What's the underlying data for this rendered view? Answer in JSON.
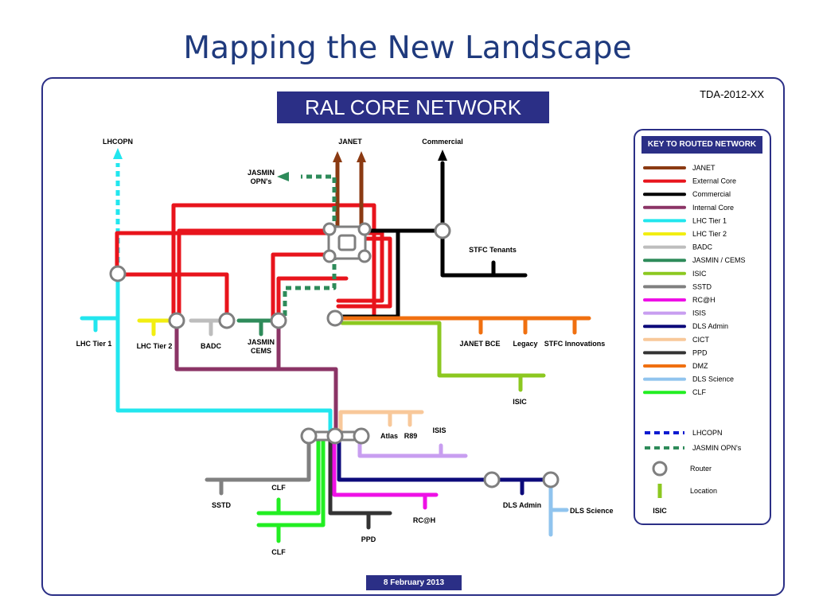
{
  "slide": {
    "title": "Mapping the New Landscape",
    "reference": "TDA-2012-XX",
    "banner": "RAL CORE NETWORK",
    "footer": "8 February 2013"
  },
  "colors": {
    "janet": "#8b3a12",
    "external_core": "#e8141c",
    "commercial": "#000000",
    "internal_core": "#8b3466",
    "lhc_tier1": "#22e6ee",
    "lhc_tier2": "#f2ee12",
    "badc": "#bdbdbd",
    "jasmin": "#2e8b5a",
    "isic": "#8cc820",
    "sstd": "#808080",
    "rcah": "#ee10e6",
    "isis": "#c89ef0",
    "dls_admin": "#0c0a7a",
    "cict": "#f8c89a",
    "ppd": "#333333",
    "dmz": "#f07010",
    "dls_science": "#90c4ee",
    "clf": "#22ee22",
    "router_stroke": "#7f7f7f",
    "frame": "#2b2f86"
  },
  "labels": {
    "lhcopn_top": "LHCOPN",
    "janet_top": "JANET",
    "commercial_top": "Commercial",
    "jasmin_opns": [
      "JASMIN",
      "OPN's"
    ],
    "stfc_tenants": "STFC Tenants",
    "lhc_tier1": "LHC Tier 1",
    "lhc_tier2": "LHC Tier 2",
    "badc": "BADC",
    "jasmin_cems": [
      "JASMIN",
      "CEMS"
    ],
    "janet_bce": "JANET BCE",
    "legacy": "Legacy",
    "stfc_innovations": "STFC Innovations",
    "isic": "ISIC",
    "isis": "ISIS",
    "atlas": "Atlas",
    "r89": "R89",
    "clf_upper": "CLF",
    "clf_lower": "CLF",
    "sstd": "SSTD",
    "ppd": "PPD",
    "rcah": "RC@H",
    "dls_admin": "DLS Admin",
    "dls_science": "DLS Science"
  },
  "key": {
    "title": "KEY TO ROUTED NETWORK",
    "entries": [
      {
        "label": "JANET",
        "color": "#8b3a12"
      },
      {
        "label": "External Core",
        "color": "#e8141c"
      },
      {
        "label": "Commercial",
        "color": "#000000"
      },
      {
        "label": "Internal Core",
        "color": "#8b3466"
      },
      {
        "label": "LHC Tier 1",
        "color": "#22e6ee"
      },
      {
        "label": "LHC Tier 2",
        "color": "#f2ee12"
      },
      {
        "label": "BADC",
        "color": "#bdbdbd"
      },
      {
        "label": "JASMIN / CEMS",
        "color": "#2e8b5a"
      },
      {
        "label": "ISIC",
        "color": "#8cc820"
      },
      {
        "label": "SSTD",
        "color": "#808080"
      },
      {
        "label": "RC@H",
        "color": "#ee10e6"
      },
      {
        "label": "ISIS",
        "color": "#c89ef0"
      },
      {
        "label": "DLS Admin",
        "color": "#0c0a7a"
      },
      {
        "label": "CICT",
        "color": "#f8c89a"
      },
      {
        "label": "PPD",
        "color": "#333333"
      },
      {
        "label": "DMZ",
        "color": "#f07010"
      },
      {
        "label": "DLS Science",
        "color": "#90c4ee"
      },
      {
        "label": "CLF",
        "color": "#22ee22"
      }
    ],
    "dashed": [
      {
        "label": "LHCOPN",
        "color": "#0c1ad0"
      },
      {
        "label": "JASMIN OPN's",
        "color": "#2e8b5a"
      }
    ],
    "router_label": "Router",
    "location_label": "Location",
    "location_example": "ISIC"
  }
}
